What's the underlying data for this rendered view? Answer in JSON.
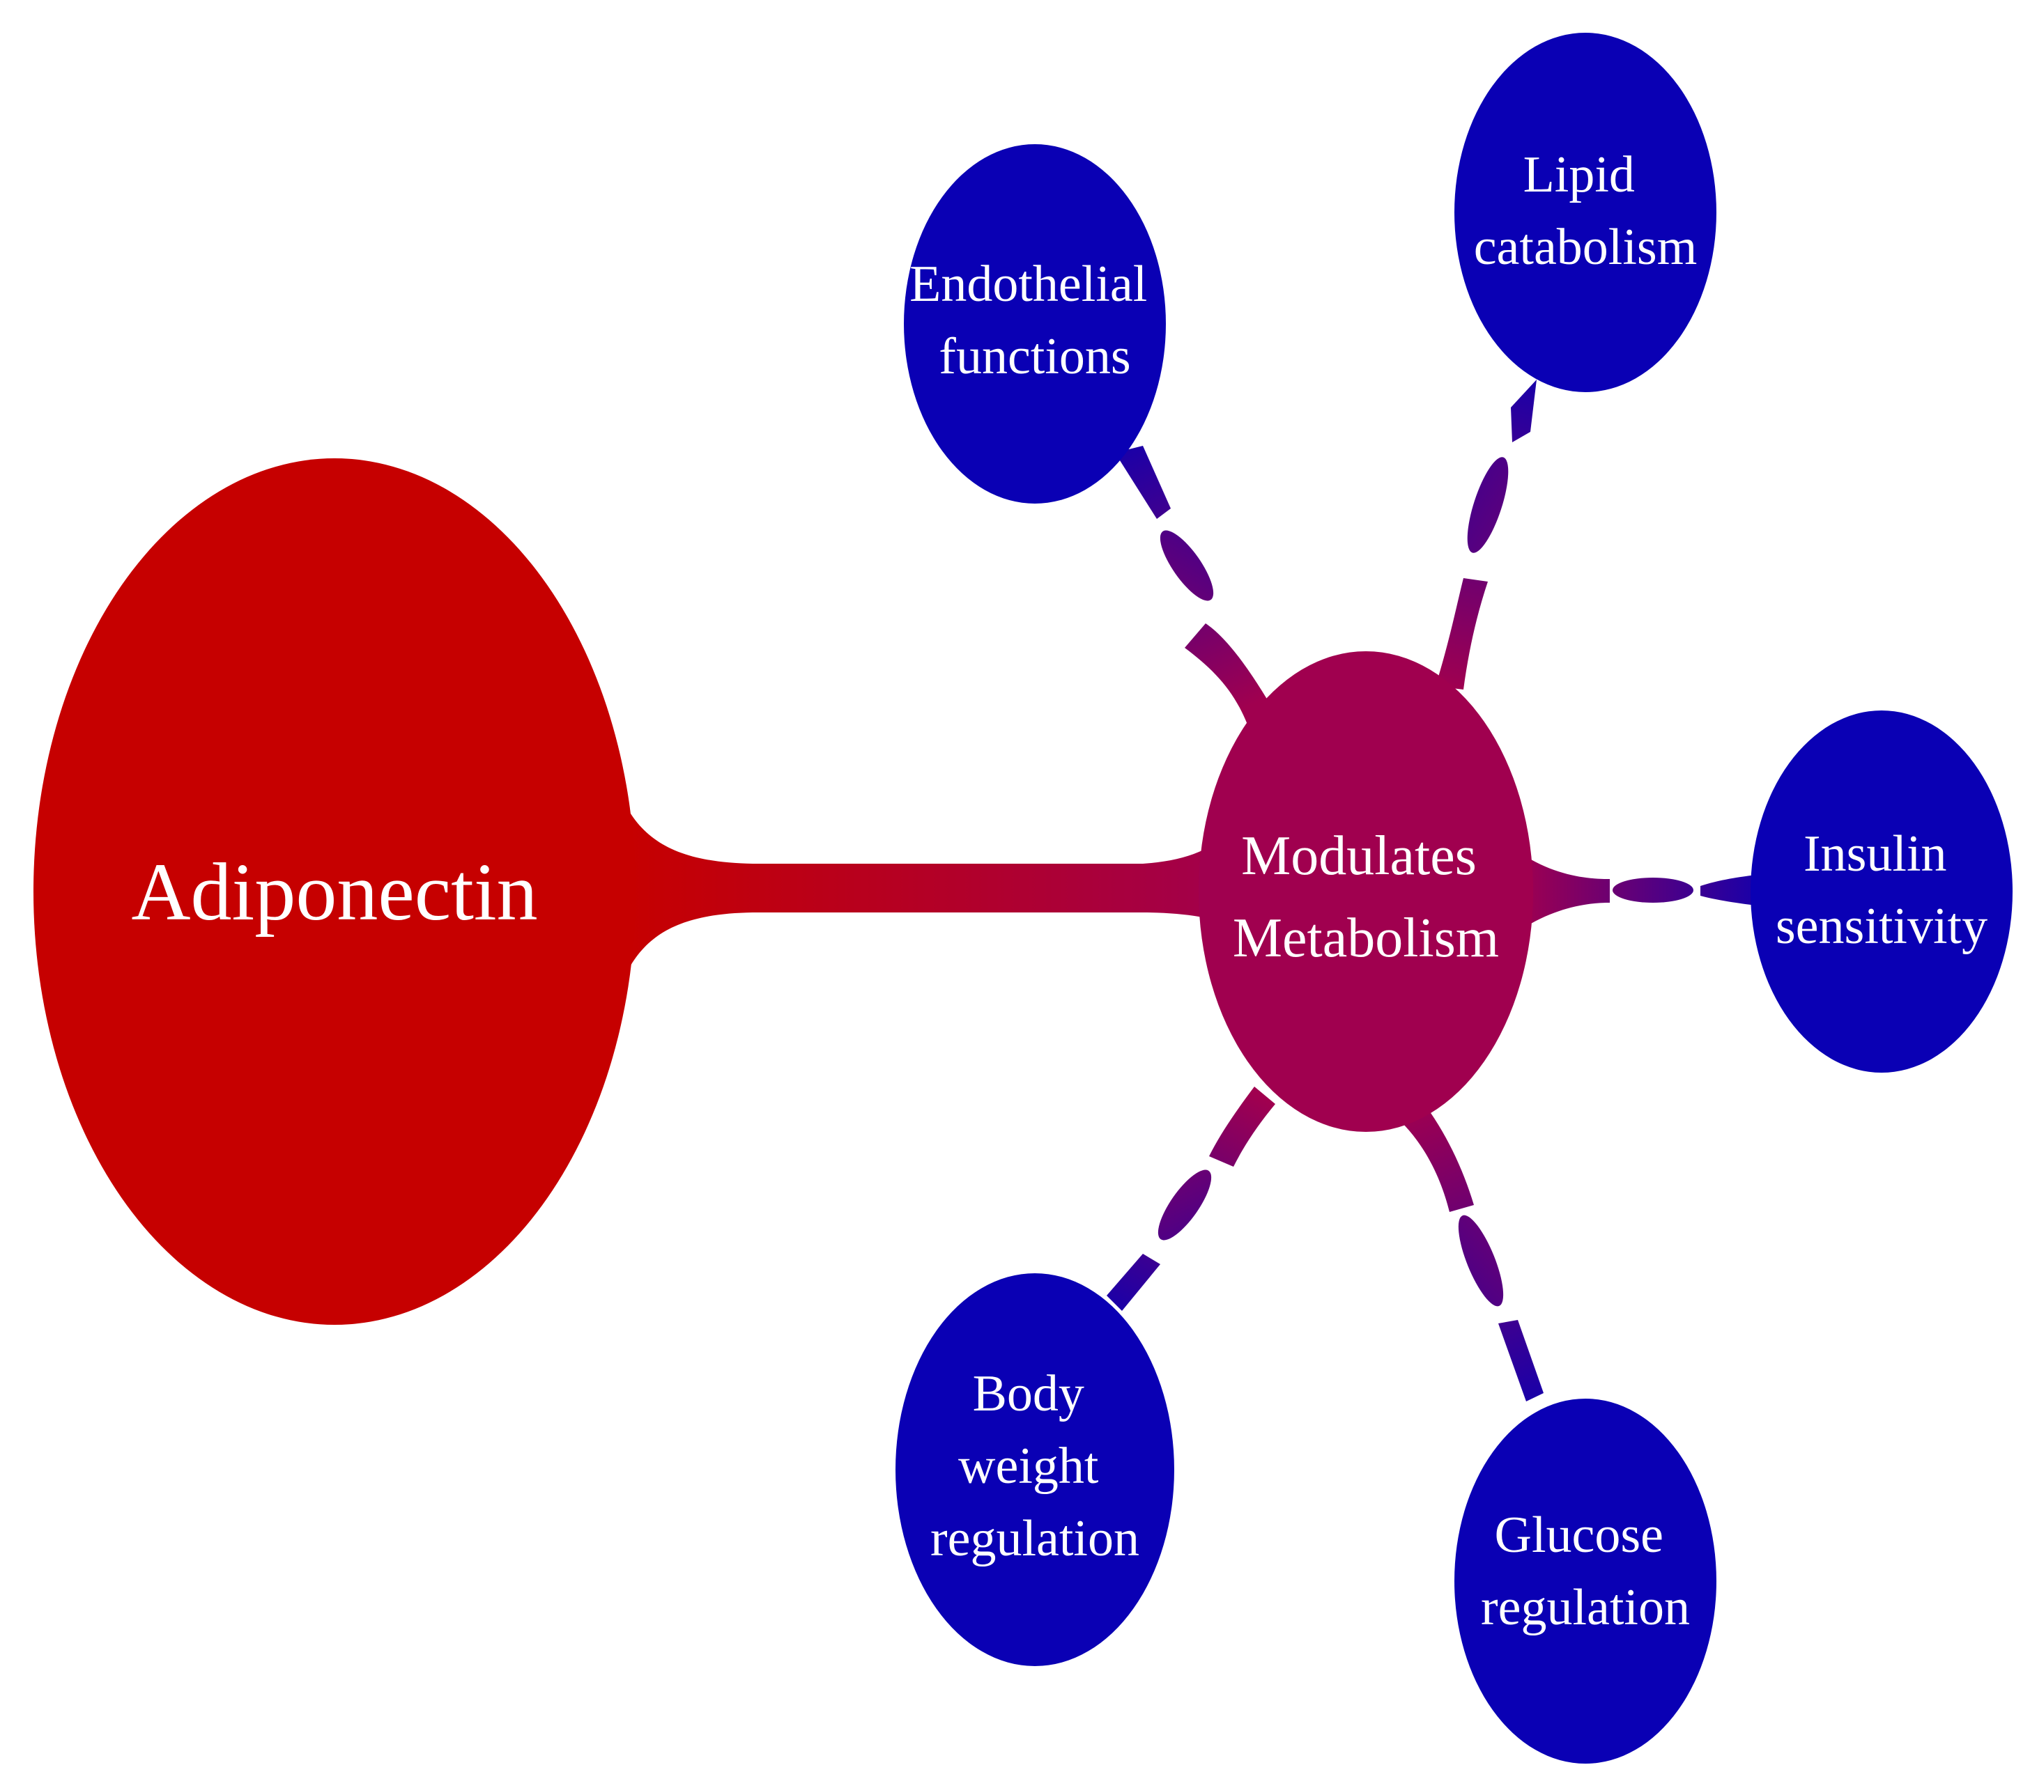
{
  "diagram": {
    "root": {
      "label": "Adiponectin"
    },
    "hub": {
      "lines": [
        "Modulates",
        "Metabolism"
      ]
    },
    "leaves": {
      "endothelial": {
        "lines": [
          "Endothelial",
          "functions"
        ]
      },
      "lipid": {
        "lines": [
          "Lipid",
          "catabolism"
        ]
      },
      "insulin": {
        "lines": [
          "Insulin",
          "sensitivity"
        ]
      },
      "glucose": {
        "lines": [
          "Glucose",
          "regulation"
        ]
      },
      "body_weight": {
        "lines": [
          "Body",
          "weight",
          "regulation"
        ]
      }
    }
  },
  "colors": {
    "root": "#c60000",
    "hub": "#a0004f",
    "leaf": "#0a00b4"
  }
}
